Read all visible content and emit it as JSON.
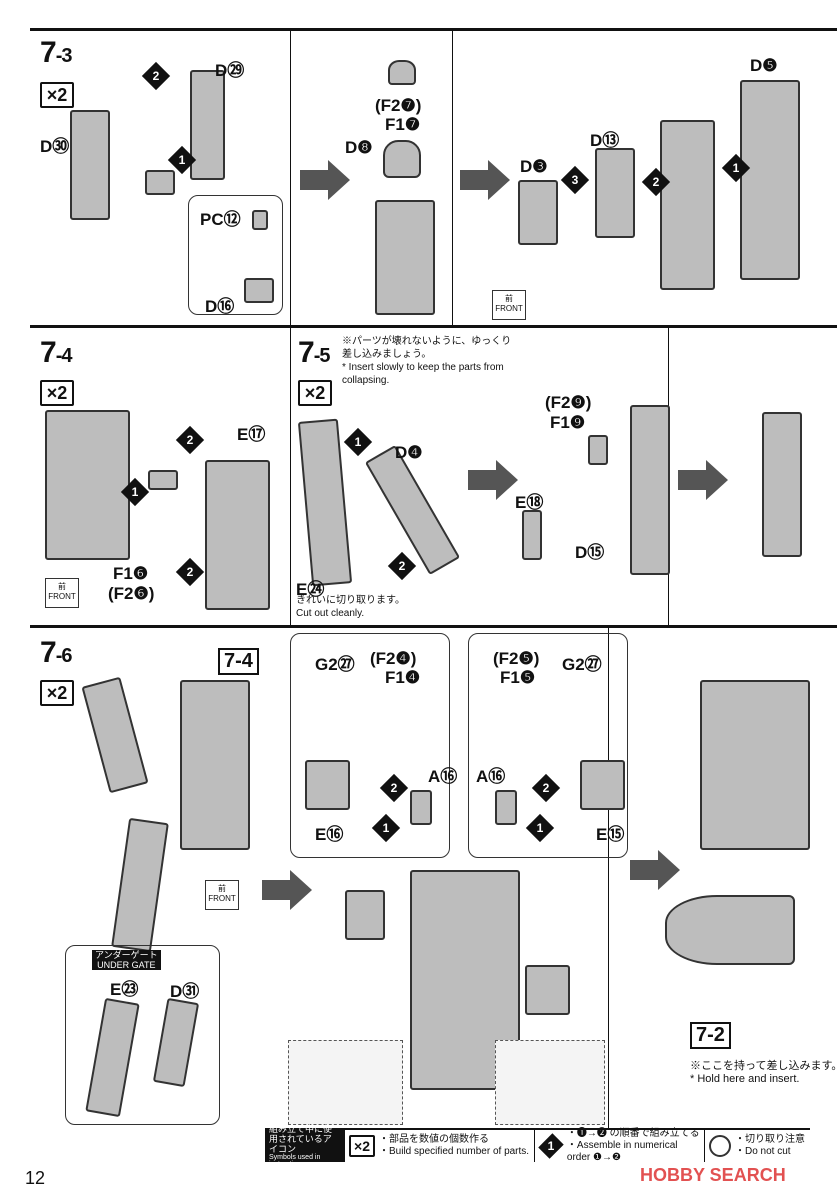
{
  "page_number": "12",
  "steps": {
    "s73": {
      "num": "7",
      "sub": "-3",
      "qty": "×2"
    },
    "s74": {
      "num": "7",
      "sub": "-4",
      "qty": "×2"
    },
    "s75": {
      "num": "7",
      "sub": "-5",
      "qty": "×2",
      "note_jp": "※パーツが壊れないように、ゆっくり差し込みましょう。",
      "note_en": "* Insert slowly to keep the parts from collapsing.",
      "cut_jp": "きれいに切り取ります。",
      "cut_en": "Cut out cleanly."
    },
    "s76": {
      "num": "7",
      "sub": "-6",
      "qty": "×2",
      "ref_top": "7-4",
      "ref_bottom": "7-2",
      "under_gate_jp": "アンダーゲート",
      "under_gate_en": "UNDER GATE",
      "hold_jp": "※ここを持って差し込みます。",
      "hold_en": "* Hold here and insert."
    }
  },
  "labels": {
    "d29": "D㉙",
    "d30": "D㉚",
    "pc12": "PC⑫",
    "d16": "D⑯",
    "f2_7": "(F2❼)",
    "f1_7": "F1❼",
    "d8": "D❽",
    "d3": "D❸",
    "d13": "D⑬",
    "d5": "D❺",
    "e17": "E⑰",
    "f1_6": "F1❻",
    "f2_6": "(F2❻)",
    "d4": "D❹",
    "e24": "E㉔",
    "f2_9": "(F2❾)",
    "f1_9": "F1❾",
    "e18": "E⑱",
    "d15": "D⑮",
    "g2_27a": "G2㉗",
    "f2_4": "(F2❹)",
    "f1_4": "F1❹",
    "a16a": "A⑯",
    "e16": "E⑯",
    "f2_5": "(F2❺)",
    "f1_5": "F1❺",
    "g2_27b": "G2㉗",
    "a16b": "A⑯",
    "e15": "E⑮",
    "e23": "E㉓",
    "d31": "D㉛"
  },
  "order": {
    "one": "1",
    "two": "2",
    "three": "3"
  },
  "front": {
    "jp": "前",
    "en": "FRONT"
  },
  "legend": {
    "title_jp": "組み立て中に使用されているアイコン",
    "title_en": "Symbols used in instructions",
    "qty_icon": "×2",
    "qty_jp": "・部品を数値の個数作る",
    "qty_en": "・Build specified number of parts.",
    "order_icon": "1",
    "order_jp": "・❶→❷ の順番で組み立てる",
    "order_en": "・Assemble in numerical order ❶→❷",
    "cut_jp": "・切り取り注意",
    "cut_en": "・Do not cut"
  },
  "watermark": "HOBBY SEARCH"
}
